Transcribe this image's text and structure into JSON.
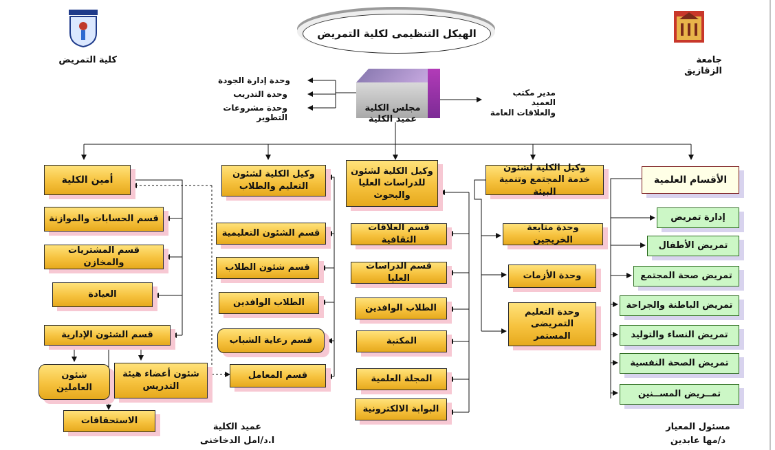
{
  "title": "الهيكل التنظيمى لكلية التمريض",
  "header": {
    "university": "جامعة الزقازيق",
    "faculty": "كلية التمريض"
  },
  "council": {
    "name": "مجلس الكلية",
    "dean": "عميد الكلية"
  },
  "quality_units": [
    "وحدة إدارة الجودة",
    "وحدة التدريب",
    "وحدة مشروعات التطوير"
  ],
  "dean_office": "مدير مكتب العميد\nوالعلاقات العامة",
  "academic": {
    "head": "الأقسام العلمية",
    "items": [
      "إدارة تمريض",
      "تمريض الأطفال",
      "تمريض صحة المجتمع",
      "تمريض الباطنة والجراحة",
      "تمريض النساء والتوليد",
      "تمريض الصحة النفسية",
      "تمــريض المســنين"
    ]
  },
  "community": {
    "head": "وكيل الكلية لشئون\nخدمة المجتمع وتنمية البيئة",
    "items": [
      "وحدة متابعة الخريجين",
      "وحدة الأزمات",
      "وحدة التعليم\nالتمريضى المستمر"
    ]
  },
  "graduate": {
    "head": "وكيل الكلية لشئون\nللدراسات العليا\nوالبحوث",
    "items": [
      "قسم العلاقات الثقافية",
      "قسم الدراسات العليا",
      "الطلاب الوافدين",
      "المكتبة",
      "المجلة العلمية",
      "البوابة الالكترونية"
    ]
  },
  "education": {
    "head": "وكيل الكلية لشئون\nالتعليم والطلاب",
    "items": [
      "قسم الشئون التعليمية",
      "قسم شئون الطلاب",
      "الطلاب الوافدين",
      "قسم رعاية الشباب",
      "قسم المعامل"
    ]
  },
  "secretary": {
    "head": "أمين الكلية",
    "items": [
      "قسم الحسابات والموازنة",
      "قسم المشتريات والمخازن",
      "العيادة",
      "قسم الشئون الإدارية"
    ],
    "admin_children": [
      "شئون\nالعاملين",
      "شئون أعضاء هيئة\nالتدريس",
      "الاستحقاقات"
    ]
  },
  "signatures": {
    "left_role": "عميد الكلية",
    "left_name": "ا.د/امل الدخاخنى",
    "right_role": "مسئول المعيار",
    "right_name": "د/مها عابدين"
  }
}
